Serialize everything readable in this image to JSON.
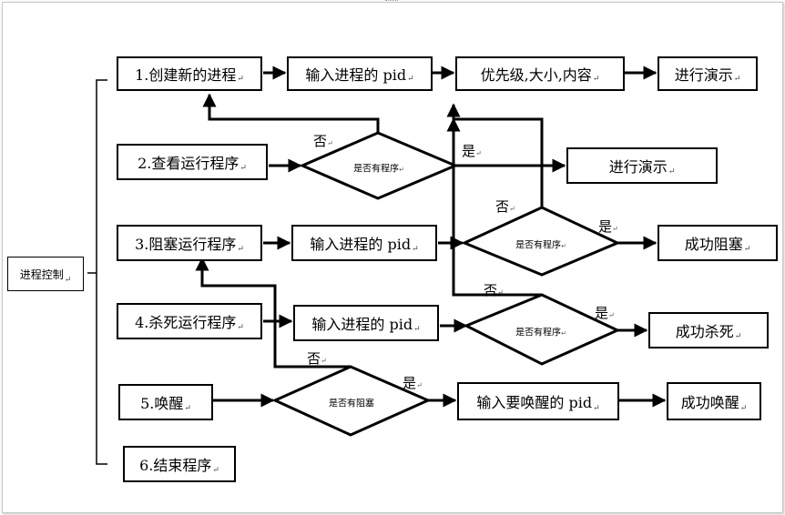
{
  "root": {
    "label": "进程控制"
  },
  "menu": {
    "create": "1.创建新的进程",
    "view": "2.查看运行程序",
    "block": "3.阻塞运行程序",
    "kill": "4.杀死运行程序",
    "wake": "5.唤醒",
    "exit": "6.结束程序"
  },
  "flow": {
    "create_input_pid": "输入进程的 pid",
    "create_attrs": "优先级,大小,内容",
    "create_demo": "进行演示",
    "view_demo": "进行演示",
    "block_input_pid": "输入进程的 pid",
    "block_success": "成功阻塞",
    "kill_input_pid": "输入进程的 pid",
    "kill_success": "成功杀死",
    "wake_input_pid": "输入要唤醒的 pid",
    "wake_success": "成功唤醒"
  },
  "decisions": {
    "view_has_program": "是否有程序",
    "block_has_program": "是否有程序",
    "kill_has_program": "是否有程序",
    "wake_has_blocked": "是否有阻塞"
  },
  "labels": {
    "yes": "是",
    "no": "否"
  },
  "paragraph_mark": "↵"
}
